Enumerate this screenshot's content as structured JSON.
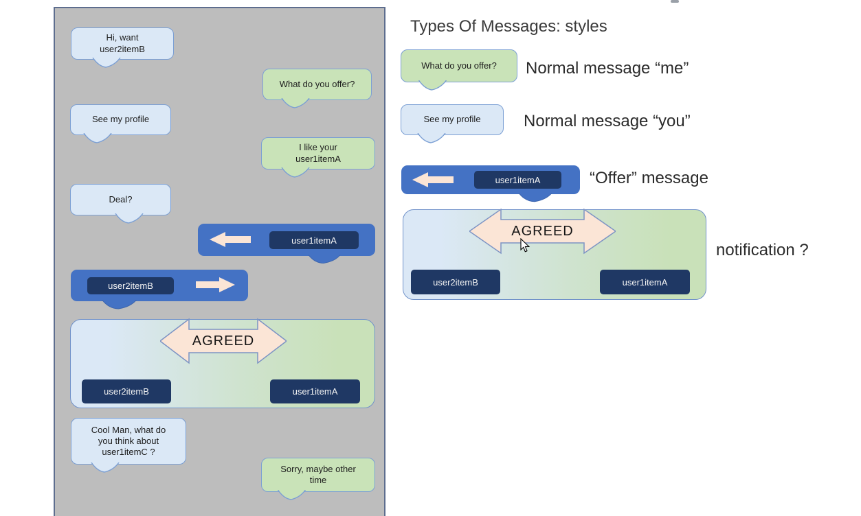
{
  "title": "Types Of Messages: styles",
  "chat_panel": {
    "messages": [
      {
        "type": "you",
        "text": "Hi, want\nuser2itemB"
      },
      {
        "type": "me",
        "text": "What do you offer?"
      },
      {
        "type": "you",
        "text": "See my profile"
      },
      {
        "type": "me",
        "text": "I like your\nuser1itemA"
      },
      {
        "type": "you",
        "text": "Deal?"
      },
      {
        "type": "offer",
        "direction": "incoming",
        "item": "user1itemA"
      },
      {
        "type": "offer",
        "direction": "outgoing",
        "item": "user2itemB"
      },
      {
        "type": "notification",
        "status": "AGREED",
        "left_item": "user2itemB",
        "right_item": "user1itemA"
      },
      {
        "type": "you",
        "text": "Cool Man, what do\nyou think about\nuser1itemC ?"
      },
      {
        "type": "me",
        "text": "Sorry, maybe other\ntime"
      }
    ]
  },
  "legend": {
    "me_example": "What do you offer?",
    "me_label": "Normal message “me”",
    "you_example": "See my profile",
    "you_label": "Normal message “you”",
    "offer_item": "user1itemA",
    "offer_label": "“Offer” message",
    "notification": {
      "status": "AGREED",
      "left_item": "user2itemB",
      "right_item": "user1itemA"
    },
    "notification_label": "notification ?"
  },
  "colors": {
    "me_bubble": "#c9e3b8",
    "you_bubble": "#dbe8f6",
    "bubble_border": "#7b9fd4",
    "offer_blue": "#4472c4",
    "badge_navy": "#1f3864",
    "arrow_cream": "#fbe5d6",
    "panel_gray": "#bdbdbd",
    "panel_border": "#5d6d8e"
  }
}
